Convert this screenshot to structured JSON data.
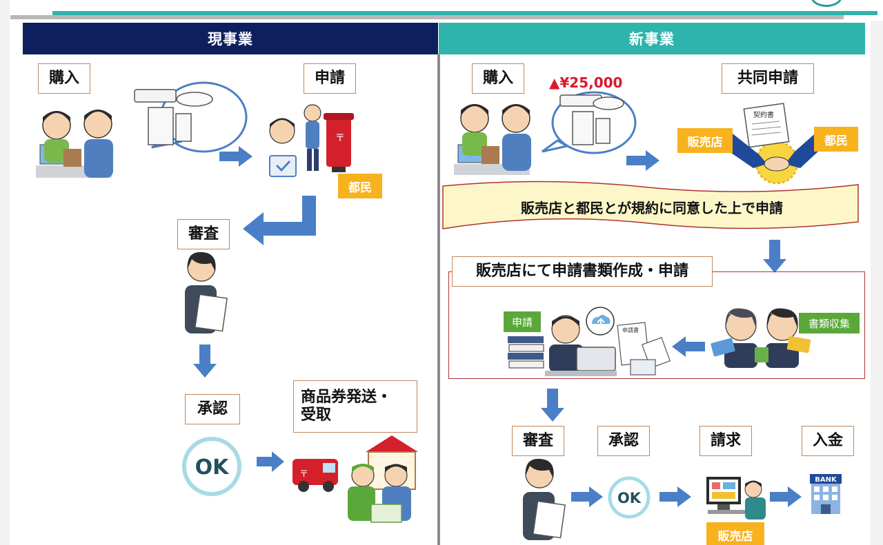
{
  "headers": {
    "current": "現事業",
    "new": "新事業"
  },
  "current": {
    "purchase": "購入",
    "apply": "申請",
    "citizen_tag": "都民",
    "review": "審査",
    "approve": "承認",
    "voucher_line1": "商品券発送・",
    "voucher_line2": "受取",
    "ok_text": "OK"
  },
  "new": {
    "purchase": "購入",
    "price": "▲¥25,000",
    "joint_apply": "共同申請",
    "store_tag": "販売店",
    "citizen_tag": "都民",
    "banner": "販売店と都民とが規約に同意した上で申請",
    "store_process_title": "販売店にて申請書類作成・申請",
    "apply_tag": "申請",
    "docs_tag": "書類収集",
    "review": "審査",
    "approve": "承認",
    "invoice": "請求",
    "deposit": "入金",
    "store_tag_bottom": "販売店",
    "ok_text": "OK",
    "bank_text": "BANK",
    "contract_text": "契約書",
    "form_text": "申請書"
  },
  "colors": {
    "navy": "#0e1f5e",
    "teal": "#2fb3ad",
    "arrow_blue": "#4a7fc7",
    "tag_yellow": "#f7b21e",
    "tag_green": "#5aa839",
    "banner_fill": "#fdf6c8",
    "frame_red": "#b03030",
    "price_red": "#d8192a"
  },
  "icons": [
    "arrow-right-icon",
    "arrow-down-icon",
    "ok-icon",
    "bank-icon",
    "handshake-icon",
    "mail-truck-icon",
    "post-box-icon",
    "cloud-upload-icon"
  ]
}
